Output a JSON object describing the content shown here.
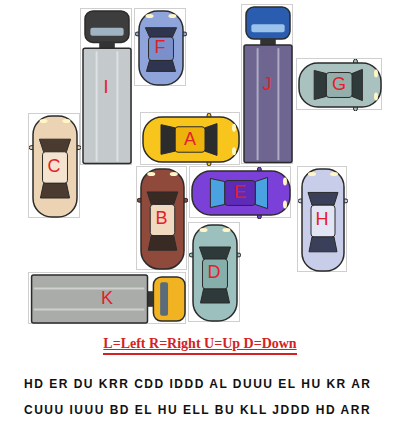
{
  "diagram": {
    "nodes": [
      {
        "text": [
          "I"
        ]
      },
      {
        "text": [
          "F"
        ]
      },
      {
        "text": [
          "J"
        ]
      },
      {
        "text": [
          "G"
        ]
      },
      {
        "text": [
          "C"
        ]
      },
      {
        "text": [
          "A"
        ]
      },
      {
        "text": [
          "B"
        ]
      },
      {
        "text": [
          "E"
        ]
      },
      {
        "text": [
          "H"
        ]
      },
      {
        "text": [
          "D"
        ]
      },
      {
        "text": [
          "K"
        ]
      }
    ],
    "labels": [
      "L=Left R=Right U=Up D=Down",
      "HD ER DU KRR CDD IDDD AL DUUU EL HU KR AR",
      "CUUU IUUU BD EL HU ELL BU KLL JDDD HD ARR"
    ]
  }
}
